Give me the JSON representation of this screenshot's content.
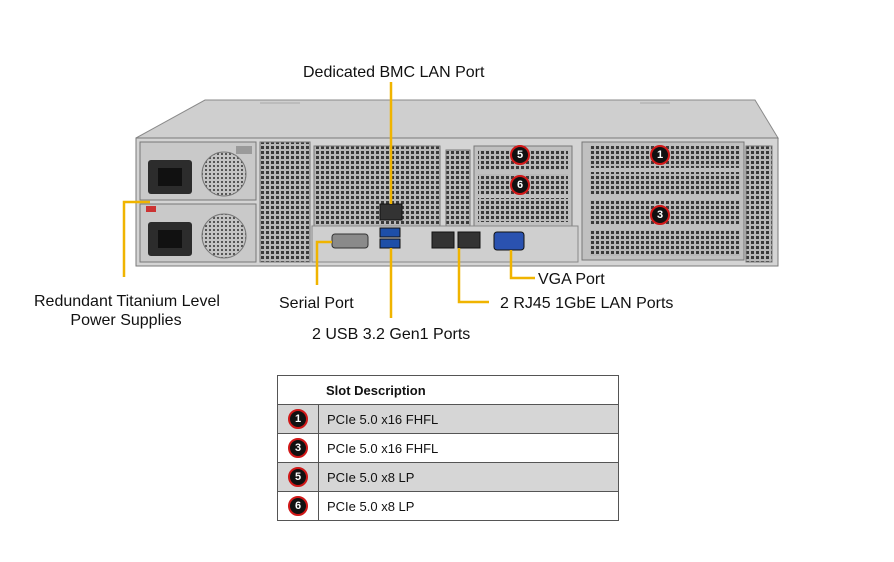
{
  "callouts": {
    "bmc": "Dedicated BMC LAN Port",
    "psu_line1": "Redundant  Titanium  Level",
    "psu_line2": "Power Supplies",
    "serial": "Serial Port",
    "usb": "2 USB 3.2 Gen1 Ports",
    "vga": "VGA Port",
    "lan": "2 RJ45 1GbE LAN Ports"
  },
  "slot_badges": {
    "s1": "1",
    "s3": "3",
    "s5": "5",
    "s6": "6"
  },
  "table": {
    "header": "Slot Description",
    "rows": [
      {
        "num": "1",
        "desc": "PCIe 5.0 x16 FHFL"
      },
      {
        "num": "3",
        "desc": "PCIe 5.0 x16 FHFL"
      },
      {
        "num": "5",
        "desc": "PCIe 5.0 x8 LP"
      },
      {
        "num": "6",
        "desc": "PCIe 5.0 x8 LP"
      }
    ]
  },
  "colors": {
    "leader_line": "#f0b400",
    "badge_ring": "#d01818",
    "row_shade": "#d6d6d6"
  }
}
